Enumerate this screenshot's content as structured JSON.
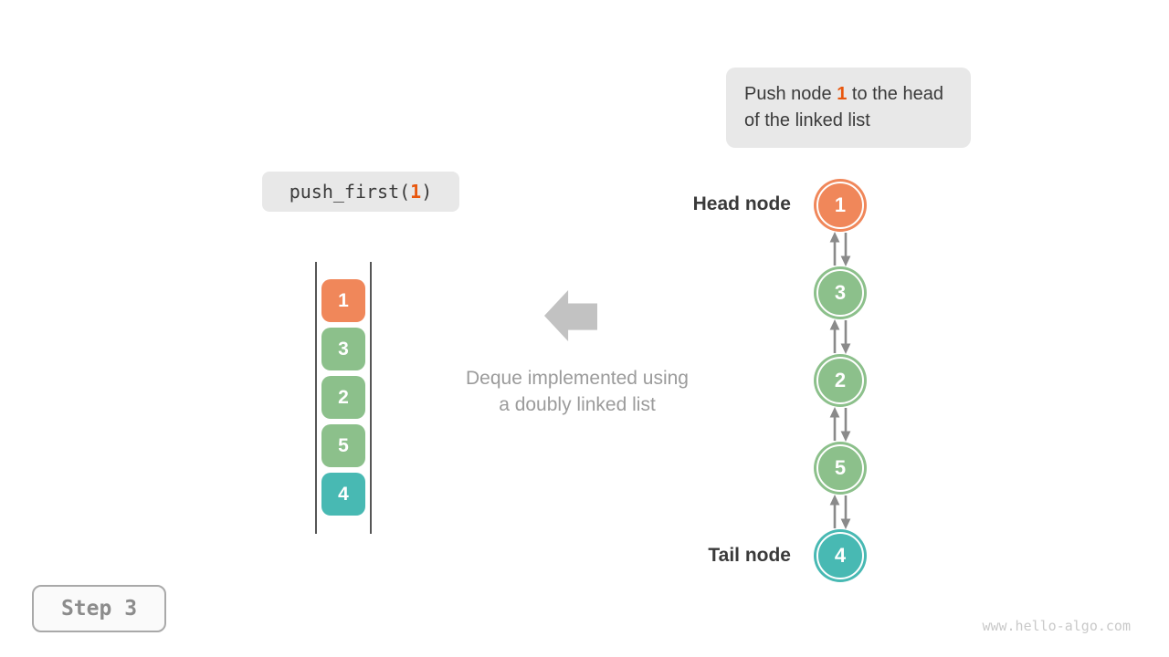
{
  "annotation": {
    "prefix": "Push node ",
    "highlight": "1",
    "suffix": " to the head of the linked list"
  },
  "code_box": {
    "prefix": "push_first(",
    "highlight": "1",
    "suffix": ")"
  },
  "caption": {
    "line1": "Deque implemented using",
    "line2": "a doubly linked list"
  },
  "labels": {
    "head": "Head node",
    "tail": "Tail node"
  },
  "stack": {
    "items": [
      {
        "value": "1",
        "color": "#f0875a"
      },
      {
        "value": "3",
        "color": "#8cc08b"
      },
      {
        "value": "2",
        "color": "#8cc08b"
      },
      {
        "value": "5",
        "color": "#8cc08b"
      },
      {
        "value": "4",
        "color": "#48b9b3"
      }
    ]
  },
  "linked_list": {
    "nodes": [
      {
        "value": "1",
        "color": "#f0875a"
      },
      {
        "value": "3",
        "color": "#8cc08b"
      },
      {
        "value": "2",
        "color": "#8cc08b"
      },
      {
        "value": "5",
        "color": "#8cc08b"
      },
      {
        "value": "4",
        "color": "#48b9b3"
      }
    ]
  },
  "step_badge": {
    "label": "Step 3"
  },
  "watermark": "www.hello-algo.com",
  "colors": {
    "accent_orange": "#e8570e",
    "node_orange": "#f0875a",
    "node_green": "#8cc08b",
    "node_teal": "#48b9b3",
    "panel_gray": "#e8e8e8",
    "arrow_gray": "#8a8a8a",
    "block_arrow_gray": "#c2c2c2"
  }
}
